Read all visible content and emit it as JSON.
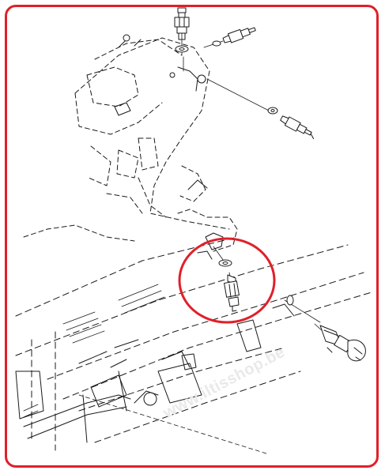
{
  "watermark": "www.iltisshop.be",
  "colors": {
    "frame": "#e0202a",
    "highlight": "#e0202a",
    "line": "#1a1a1a",
    "watermark": "#e9e9e9"
  },
  "parts": [
    "sensor-top",
    "washer-top",
    "sensor-upper-right",
    "sensor-right",
    "sensor-highlighted",
    "connector-right"
  ]
}
